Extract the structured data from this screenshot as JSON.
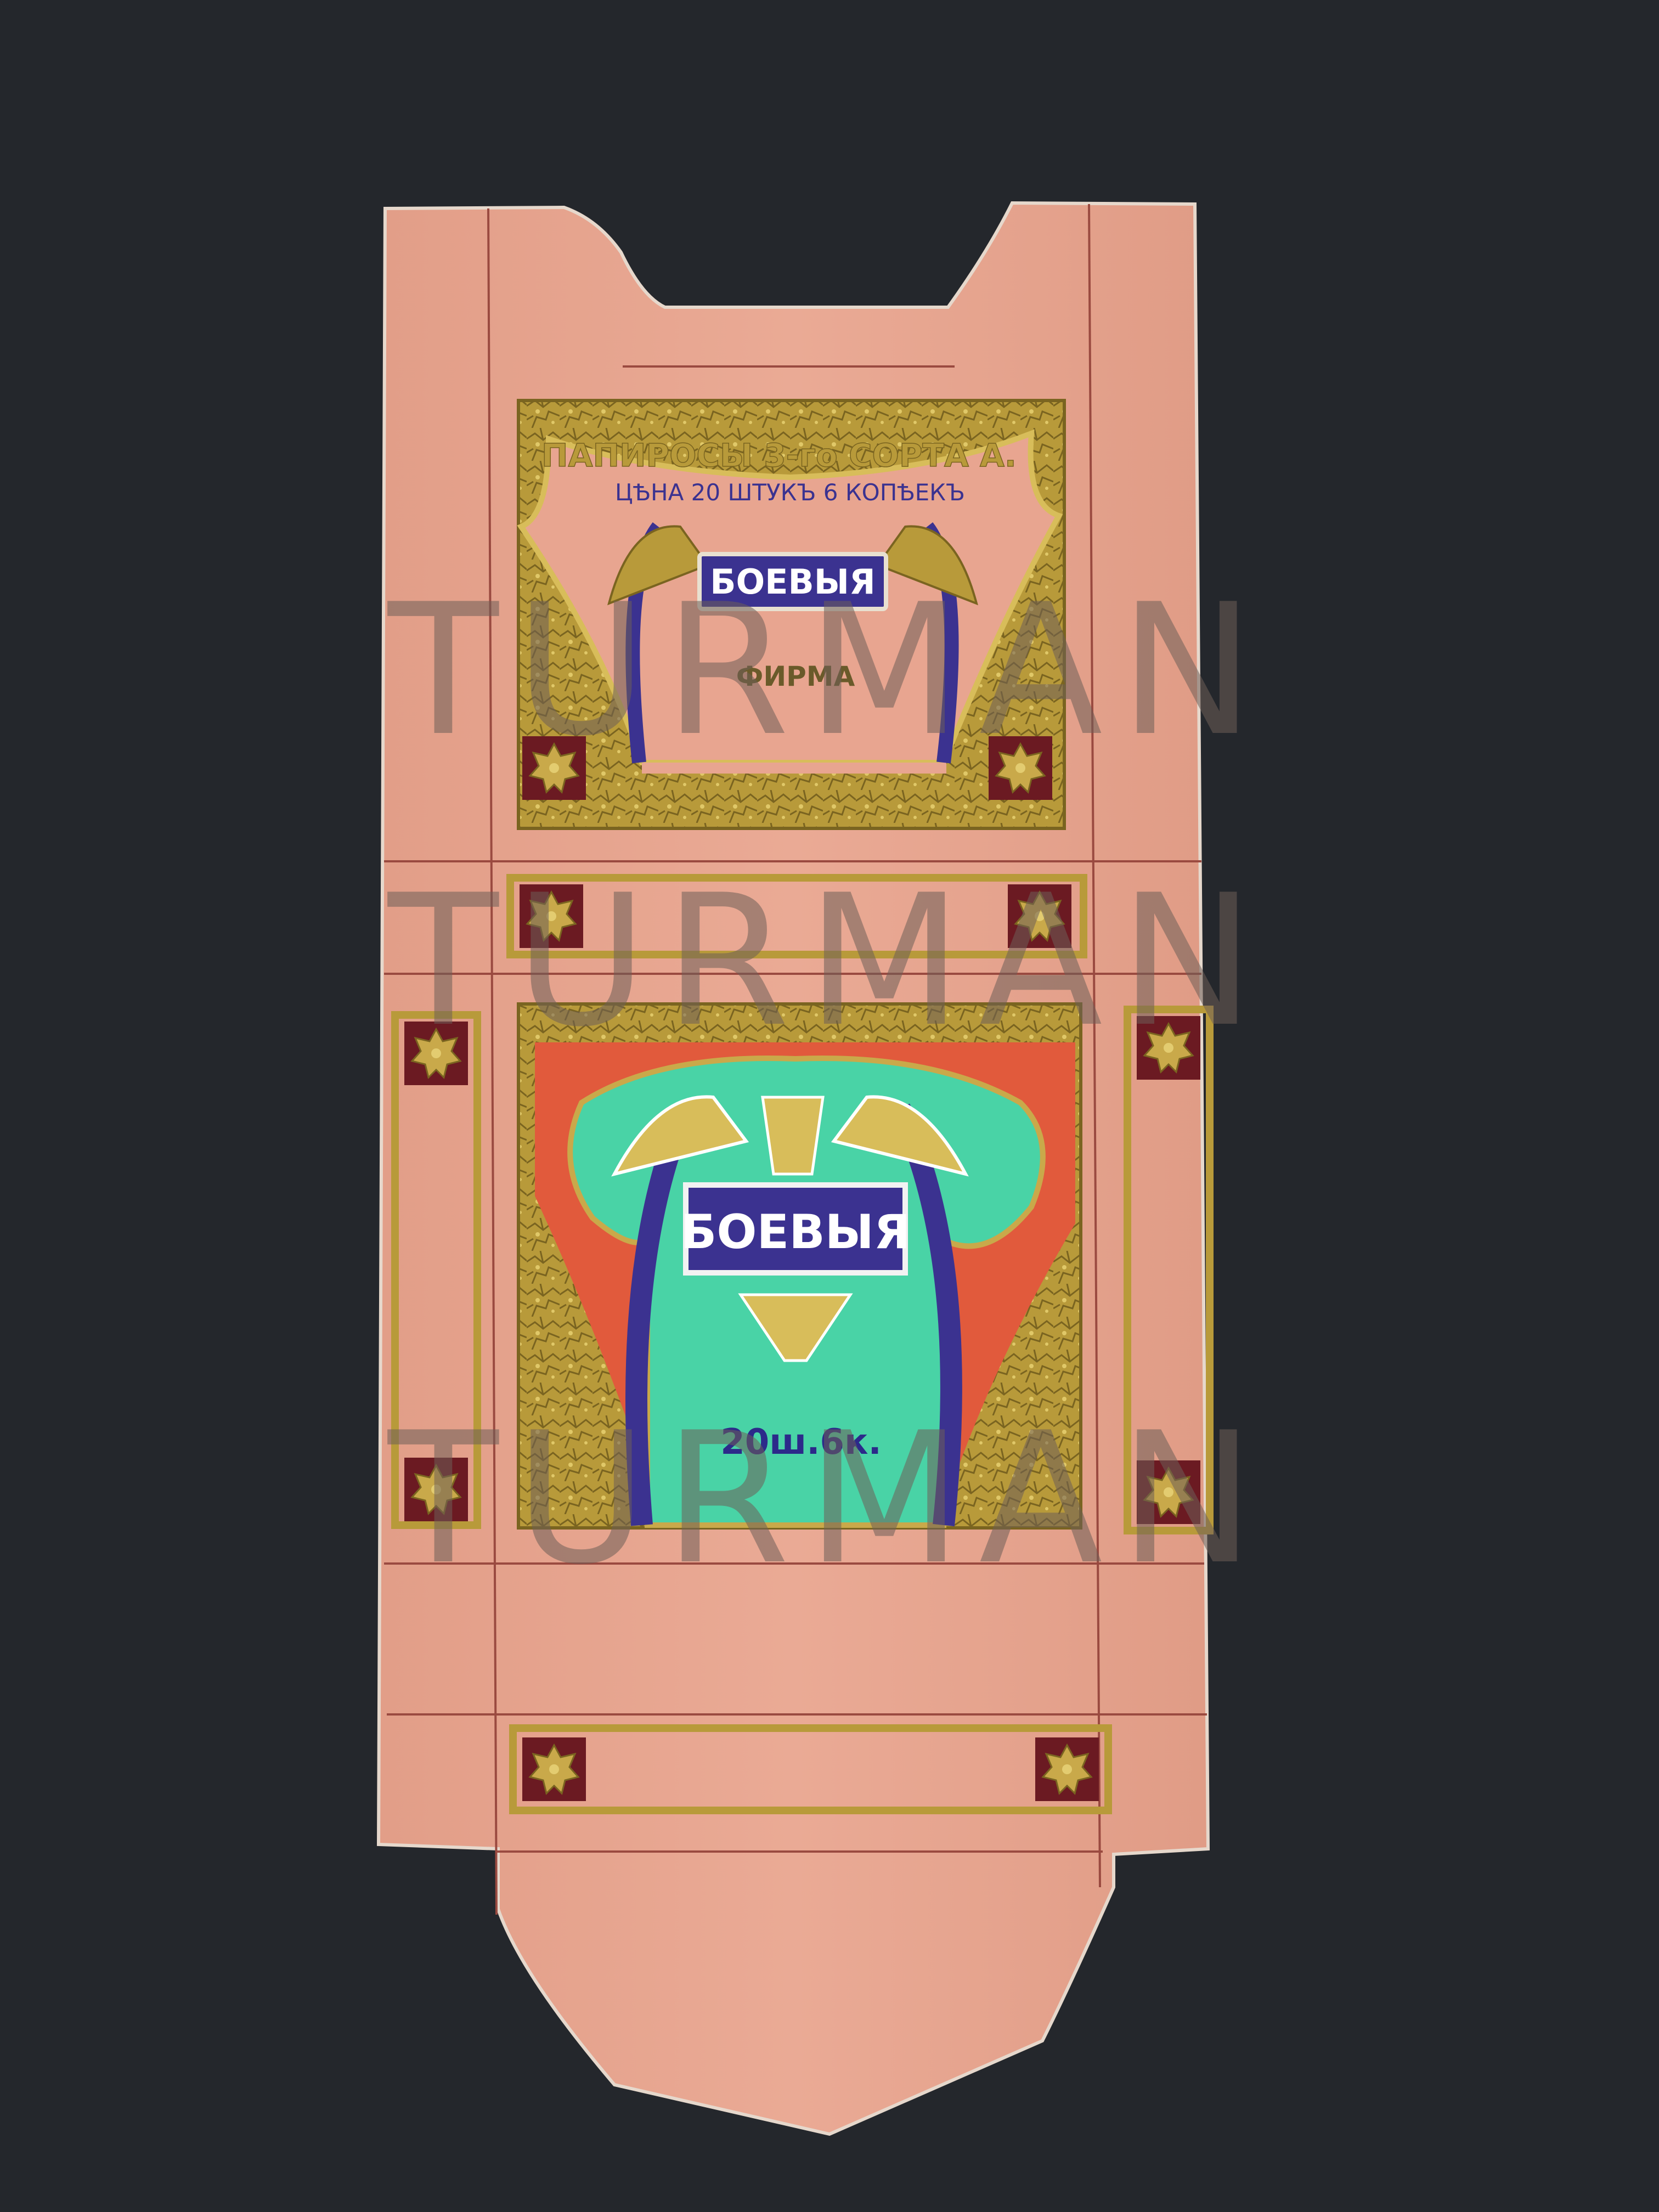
{
  "background": {
    "color": "#24272c"
  },
  "card": {
    "color": "#e8a590",
    "line_color": "#9a4a40"
  },
  "colors": {
    "gold": "#b89a3a",
    "gold_light": "#d8bd5a",
    "purple_label": "#3b3290",
    "turquoise": "#49d3a6",
    "red": "#e15a3c",
    "maroon": "#6b1a22",
    "watermark": "#6e5f58"
  },
  "back_panel": {
    "line1": "ПАПИРОСЫ 3-го СОРТА А.",
    "line2": "ЦѢНА 20 ШТУКЪ 6 КОПѢЕКЪ",
    "brand": "БОЕВЫЯ",
    "firm": "ФИРМА"
  },
  "front_panel": {
    "brand": "БОЕВЫЯ",
    "price": "20ш.6к."
  },
  "watermark": {
    "text": "TURMAN"
  },
  "icons": [
    "star-ornament-icon",
    "tassel-ornament-icon"
  ]
}
